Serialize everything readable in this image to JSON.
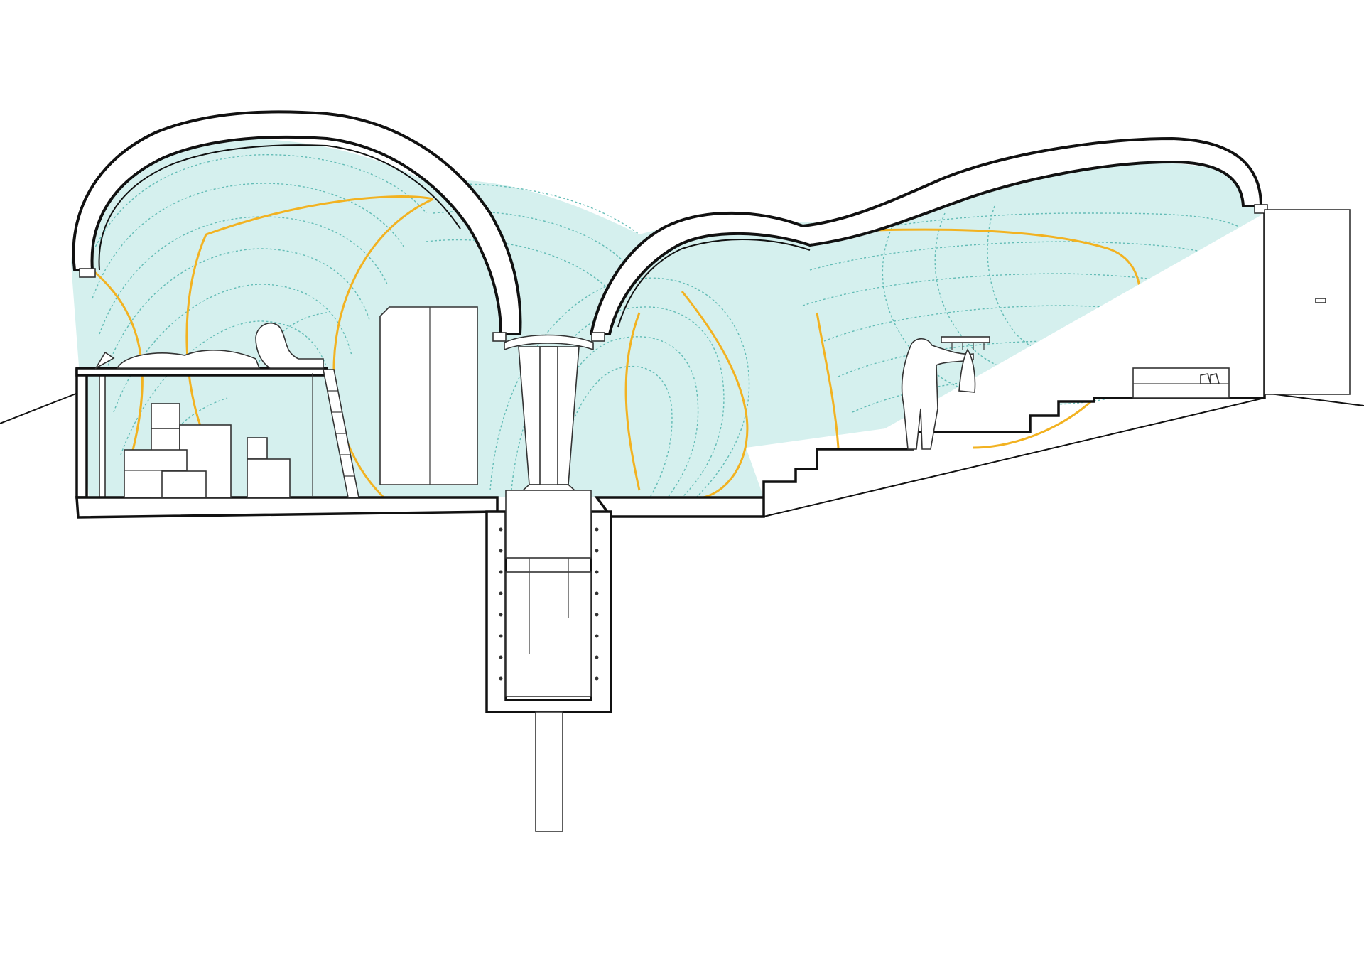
{
  "drawing": {
    "kind": "architectural cross-section",
    "colors": {
      "structure": "#111111",
      "mesh": "#4fb3ab",
      "mesh_fill": "#d5f0ee",
      "yarn": "#f2b221",
      "furniture": "#333333",
      "background": "#ffffff"
    },
    "elements": [
      "left-vault-shell",
      "right-vault-shell",
      "central-column",
      "textile-net-canopy",
      "loft-bed-platform",
      "ladder",
      "wardrobe",
      "storage-boxes",
      "stepped-floor",
      "coat-rack",
      "shoe-shelf",
      "entrance-door",
      "foundation-shaft",
      "pile"
    ],
    "figures": [
      "person-resting-on-loft",
      "person-hanging-cloth"
    ]
  }
}
